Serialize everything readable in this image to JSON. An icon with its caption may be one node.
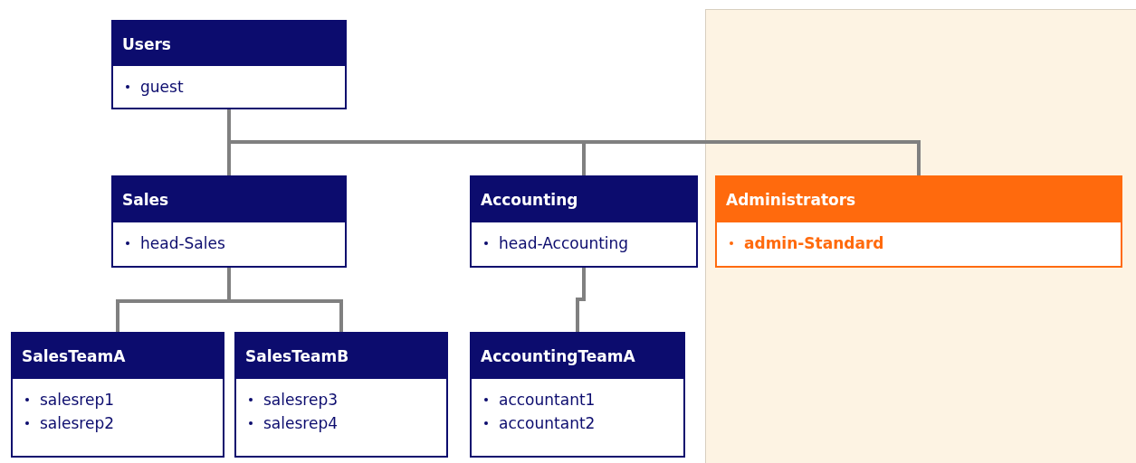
{
  "diagram": {
    "nodes": [
      {
        "text": [
          "Users",
          "guest"
        ]
      },
      {
        "text": [
          "Sales",
          "head-Sales"
        ]
      },
      {
        "text": [
          "Accounting",
          "head-Accounting"
        ]
      },
      {
        "text": [
          "Administrators",
          "admin-Standard"
        ]
      },
      {
        "text": [
          "SalesTeamA",
          "salesrep1",
          "salesrep2"
        ]
      },
      {
        "text": [
          "SalesTeamB",
          "salesrep3",
          "salesrep4"
        ]
      },
      {
        "text": [
          "AccountingTeamA",
          "accountant1",
          "accountant2"
        ]
      }
    ],
    "edges": [
      {
        "from": 0,
        "to": 1,
        "arrow": "none"
      },
      {
        "from": 0,
        "to": 2,
        "arrow": "none"
      },
      {
        "from": 0,
        "to": 3,
        "arrow": "none"
      },
      {
        "from": 1,
        "to": 4,
        "arrow": "none"
      },
      {
        "from": 1,
        "to": 5,
        "arrow": "none"
      },
      {
        "from": 2,
        "to": 6,
        "arrow": "none"
      }
    ]
  }
}
